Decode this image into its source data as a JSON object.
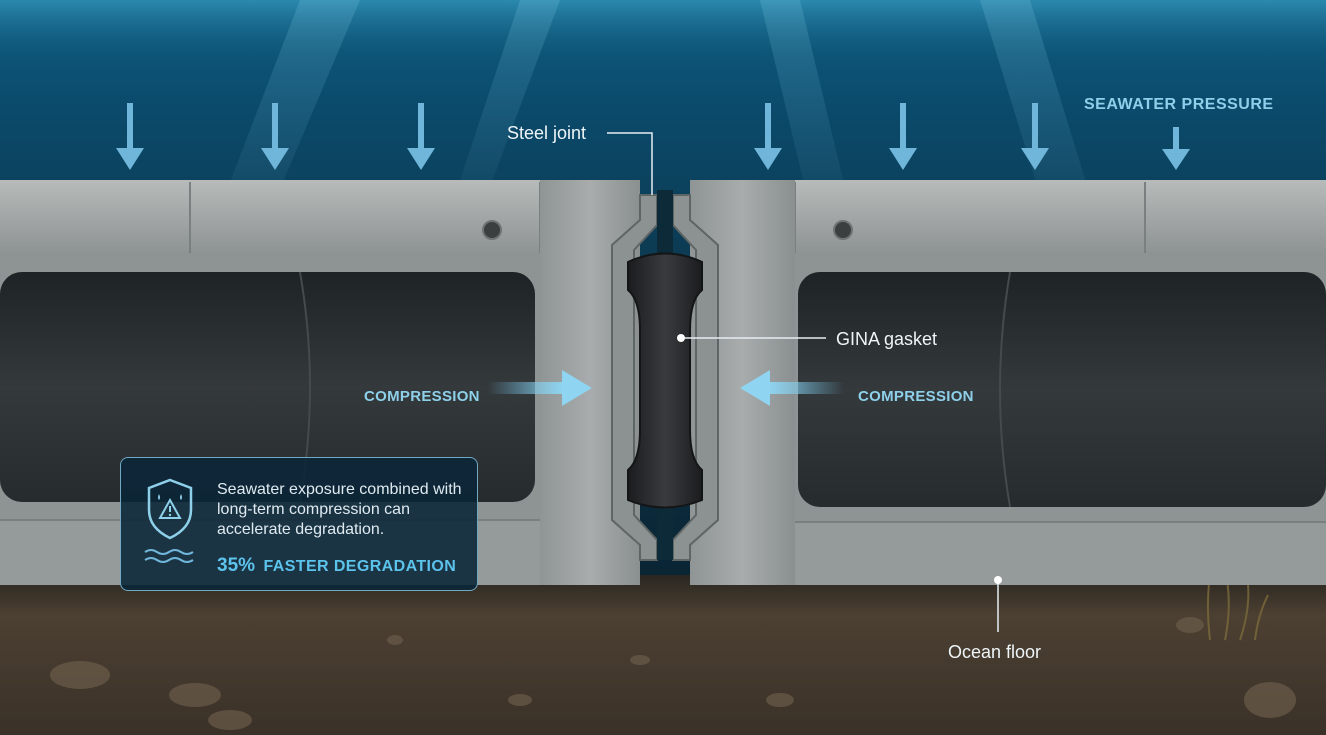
{
  "labels": {
    "seawater_pressure": "SEAWATER PRESSURE",
    "steel_joint": "Steel joint",
    "gina_gasket": "GINA gasket",
    "compression_left": "COMPRESSION",
    "compression_right": "COMPRESSION",
    "ocean_floor": "Ocean floor"
  },
  "info_card": {
    "text": "Seawater exposure combined with long-term compression can accelerate degradation.",
    "stat_value": "35%",
    "stat_label": "FASTER DEGRADATION",
    "icon": "shield-warning-icon",
    "waves_icon": "waves-icon"
  },
  "colors": {
    "water_top": "#0b4a6b",
    "water_bottom": "#0e2f40",
    "concrete": "#a4a8a8",
    "concrete_dark": "#7d8282",
    "gasket": "#2a2b2d",
    "accent": "#5cc3ec",
    "arrow": "#6fc2e6",
    "sediment": "#5a4b3b"
  }
}
